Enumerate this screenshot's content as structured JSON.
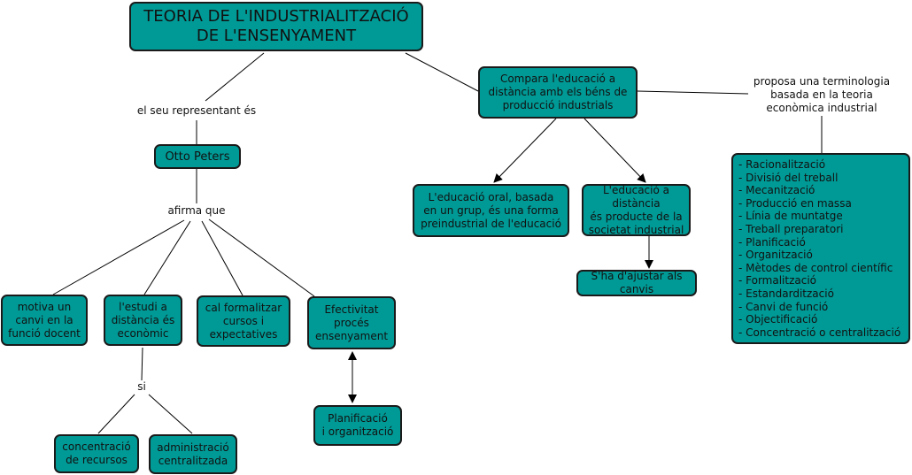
{
  "title": "TEORIA DE L'INDUSTRIALITZACIÓ\nDE L'ENSENYAMENT",
  "links": {
    "representant": "el seu representant és",
    "afirma": "afirma que",
    "si": "si",
    "proposa": "proposa una terminologia\nbasada en la teoria\neconòmica industrial"
  },
  "nodes": {
    "otto": "Otto Peters",
    "compara": "Compara l'educació a\ndistància amb els béns de\nproducció industrials",
    "motiva": "motiva un\ncanvi en la\nfunció docent",
    "estudi": "l'estudi a\ndistància és\neconòmic",
    "cal": "cal formalitzar\ncursos i\nexpectatives",
    "efectivitat": "Efectivitat\nprocés\nensenyament",
    "planificacio": "Planificació\ni organització",
    "concentracio": "concentració\nde recursos",
    "administracio": "administració\ncentralitzada",
    "oral": "L'educació oral, basada\nen un grup, és una forma\npreindustrial de l'educació",
    "producte": "L'educació a distància\nés producte de la\nsocietat industrial",
    "ajustar": "S'ha d'ajustar als canvis"
  },
  "terminologia": [
    "- Racionalització",
    "- Divisió del treball",
    "- Mecanització",
    "- Producció en massa",
    "- Línia de muntatge",
    "- Treball preparatori",
    "- Planificació",
    "- Organització",
    "- Mètodes de control científic",
    "- Formalització",
    "- Estandardització",
    "- Canvi de funció",
    "- Objectificació",
    "- Concentració o centralització"
  ],
  "colors": {
    "node_fill": "#009a96",
    "border": "#1a1a1a"
  }
}
